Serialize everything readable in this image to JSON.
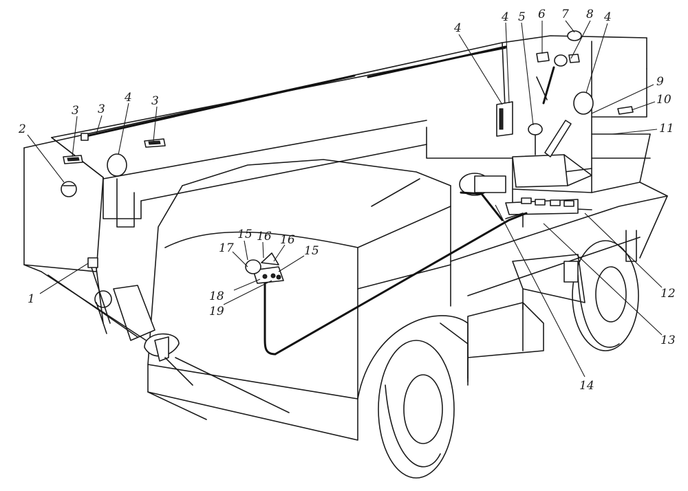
{
  "callouts": [
    {
      "id": "c1",
      "text": "1"
    },
    {
      "id": "c2",
      "text": "2"
    },
    {
      "id": "c3a",
      "text": "3"
    },
    {
      "id": "c3b",
      "text": "3"
    },
    {
      "id": "c3c",
      "text": "3"
    },
    {
      "id": "c4a",
      "text": "4"
    },
    {
      "id": "c4b",
      "text": "4"
    },
    {
      "id": "c4c",
      "text": "4"
    },
    {
      "id": "c4d",
      "text": "4"
    },
    {
      "id": "c5",
      "text": "5"
    },
    {
      "id": "c6",
      "text": "6"
    },
    {
      "id": "c7",
      "text": "7"
    },
    {
      "id": "c8",
      "text": "8"
    },
    {
      "id": "c9",
      "text": "9"
    },
    {
      "id": "c10",
      "text": "10"
    },
    {
      "id": "c11",
      "text": "11"
    },
    {
      "id": "c12",
      "text": "12"
    },
    {
      "id": "c13",
      "text": "13"
    },
    {
      "id": "c14",
      "text": "14"
    },
    {
      "id": "c15a",
      "text": "15"
    },
    {
      "id": "c15b",
      "text": "15"
    },
    {
      "id": "c16a",
      "text": "16"
    },
    {
      "id": "c16b",
      "text": "16"
    },
    {
      "id": "c17",
      "text": "17"
    },
    {
      "id": "c18",
      "text": "18"
    },
    {
      "id": "c19",
      "text": "19"
    }
  ]
}
